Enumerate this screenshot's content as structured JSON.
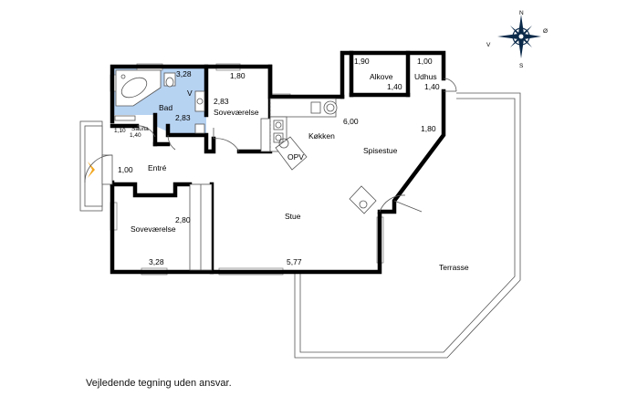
{
  "rooms": {
    "bad": {
      "label": "Bad",
      "dim_w": "3,28",
      "dim_h": "2,83"
    },
    "sovevaerelse_top": {
      "label": "Soveværelse",
      "dim_w": "1,80",
      "dim_h": "2,83"
    },
    "sauna": {
      "label": "Sauna",
      "dim_w": "1,10",
      "dim_h": "1,40"
    },
    "entre": {
      "label": "Entré",
      "dim": "1,00"
    },
    "sovevaerelse_bottom": {
      "label": "Soveværelse",
      "dim_w": "3,28",
      "dim_h": "2,80"
    },
    "kokken": {
      "label": "Køkken",
      "dim": "6,00"
    },
    "opv": {
      "label": "OPV"
    },
    "alkove": {
      "label": "Alkove",
      "dim_w": "1,90",
      "dim_h": "1,40"
    },
    "udhus": {
      "label": "Udhus",
      "dim_w": "1,00",
      "dim_h": "1,40"
    },
    "spisestue": {
      "label": "Spisestue",
      "dim": "1,80"
    },
    "stue": {
      "label": "Stue",
      "dim": "5,77"
    },
    "terrasse": {
      "label": "Terrasse"
    }
  },
  "compass": {
    "n": "N",
    "s": "S",
    "v": "V",
    "o": "Ø"
  },
  "fixture_v": "V",
  "disclaimer": "Vejledende tegning uden ansvar.",
  "colors": {
    "bathroom": "#b7d3f2",
    "entrance_arrow": "#f2a51c"
  }
}
